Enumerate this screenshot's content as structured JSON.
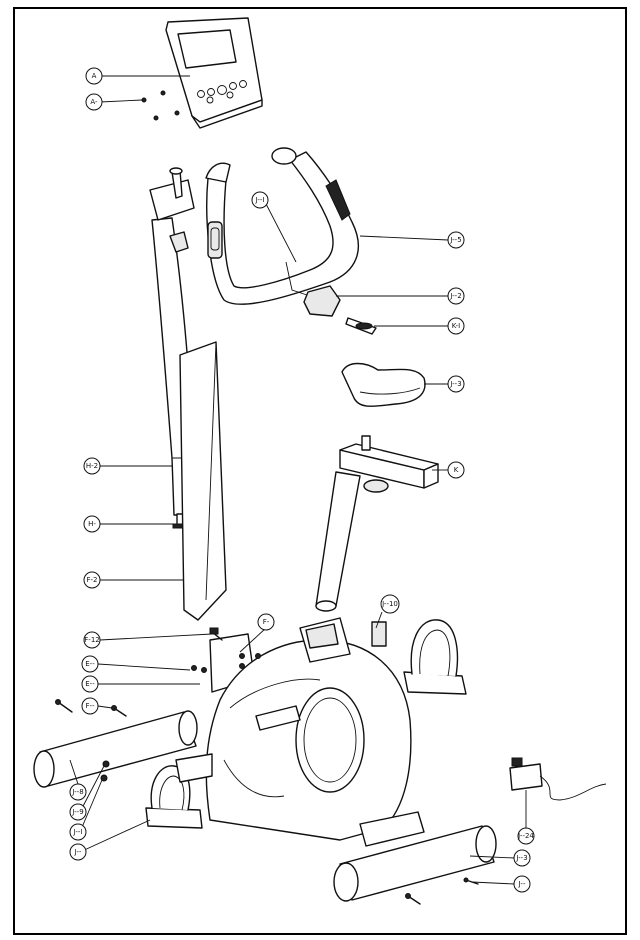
{
  "callouts": [
    {
      "id": "A",
      "label": "A"
    },
    {
      "id": "A1",
      "label": "A-"
    },
    {
      "id": "J4",
      "label": "J--I"
    },
    {
      "id": "J5",
      "label": "J--5"
    },
    {
      "id": "J2",
      "label": "J--2"
    },
    {
      "id": "K1",
      "label": "K-I"
    },
    {
      "id": "J3",
      "label": "J--3"
    },
    {
      "id": "K",
      "label": "K"
    },
    {
      "id": "H2",
      "label": "H-2"
    },
    {
      "id": "H1",
      "label": "H-"
    },
    {
      "id": "F2",
      "label": "F-2"
    },
    {
      "id": "F1",
      "label": "F-"
    },
    {
      "id": "J10",
      "label": "J--10"
    },
    {
      "id": "F12",
      "label": "F-12"
    },
    {
      "id": "E1",
      "label": "E--"
    },
    {
      "id": "E2",
      "label": "E--"
    },
    {
      "id": "F3",
      "label": "F--"
    },
    {
      "id": "J8",
      "label": "J--8"
    },
    {
      "id": "J9",
      "label": "J--9"
    },
    {
      "id": "J11",
      "label": "J--I"
    },
    {
      "id": "J12",
      "label": "J--"
    },
    {
      "id": "J24",
      "label": "J--24"
    },
    {
      "id": "J13",
      "label": "J--3"
    },
    {
      "id": "J14",
      "label": "J--"
    }
  ]
}
